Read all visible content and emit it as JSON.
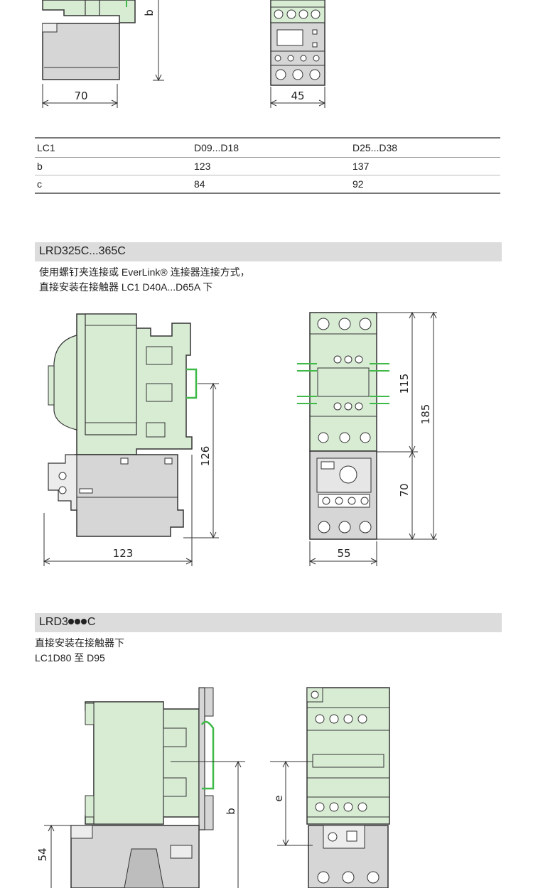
{
  "drawing1": {
    "dims": {
      "width_side": "70",
      "width_front": "45",
      "height_side": "b"
    }
  },
  "table": {
    "header": [
      "LC1",
      "D09...D18",
      "D25...D38"
    ],
    "rows": [
      [
        "b",
        "123",
        "137"
      ],
      [
        "c",
        "84",
        "92"
      ]
    ]
  },
  "section1": {
    "title": "LRD325C...365C",
    "desc": [
      "使用螺钉夹连接或 EverLink® 连接器连接方式，",
      "直接安装在接触器 LC1 D40A...D65A 下"
    ],
    "dims": {
      "side_height": "126",
      "side_width": "123",
      "front_upper": "115",
      "front_total": "185",
      "front_lower": "70",
      "front_width": "55"
    }
  },
  "section2": {
    "title_prefix": "LRD3",
    "title_suffix": "C",
    "desc": [
      "直接安装在接触器下",
      "LC1D80 至 D95"
    ],
    "dims": {
      "side_height": "b",
      "side_low": "54",
      "front_mid": "e"
    }
  },
  "colors": {
    "housing": "#d8ecd4",
    "relay": "#d6d6d6",
    "line": "#333333",
    "accent": "#3fb948"
  }
}
